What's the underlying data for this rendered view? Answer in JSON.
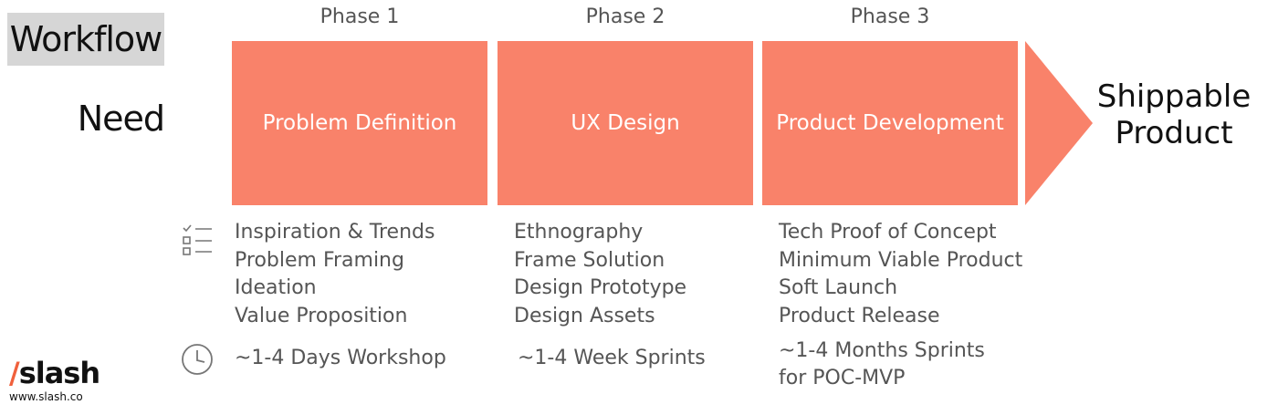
{
  "workflow_label": "Workflow",
  "need_label": "Need",
  "phases": [
    {
      "title": "Phase 1",
      "name": "Problem Definition",
      "tasks": [
        "Inspiration & Trends",
        "Problem Framing",
        "Ideation",
        "Value Proposition"
      ],
      "duration": [
        "~1-4 Days Workshop"
      ]
    },
    {
      "title": "Phase 2",
      "name": "UX Design",
      "tasks": [
        "Ethnography",
        "Frame Solution",
        "Design Prototype",
        "Design Assets"
      ],
      "duration": [
        "~1-4 Week Sprints"
      ]
    },
    {
      "title": "Phase 3",
      "name": "Product Development",
      "tasks": [
        "Tech Proof of Concept",
        "Minimum Viable Product",
        "Soft Launch",
        "Product Release"
      ],
      "duration": [
        "~1-4 Months Sprints",
        "for POC-MVP"
      ]
    }
  ],
  "outcome": [
    "Shippable",
    "Product"
  ],
  "icons": {
    "tasks": "checklist-icon",
    "duration": "clock-icon"
  },
  "logo": {
    "mark_slash": "/",
    "mark_text": "slash",
    "url": "www.slash.co"
  },
  "colors": {
    "phase_fill": "#f9826a",
    "label_bg": "#d6d6d6",
    "text_muted": "#555555",
    "logo_accent": "#f0603c"
  }
}
